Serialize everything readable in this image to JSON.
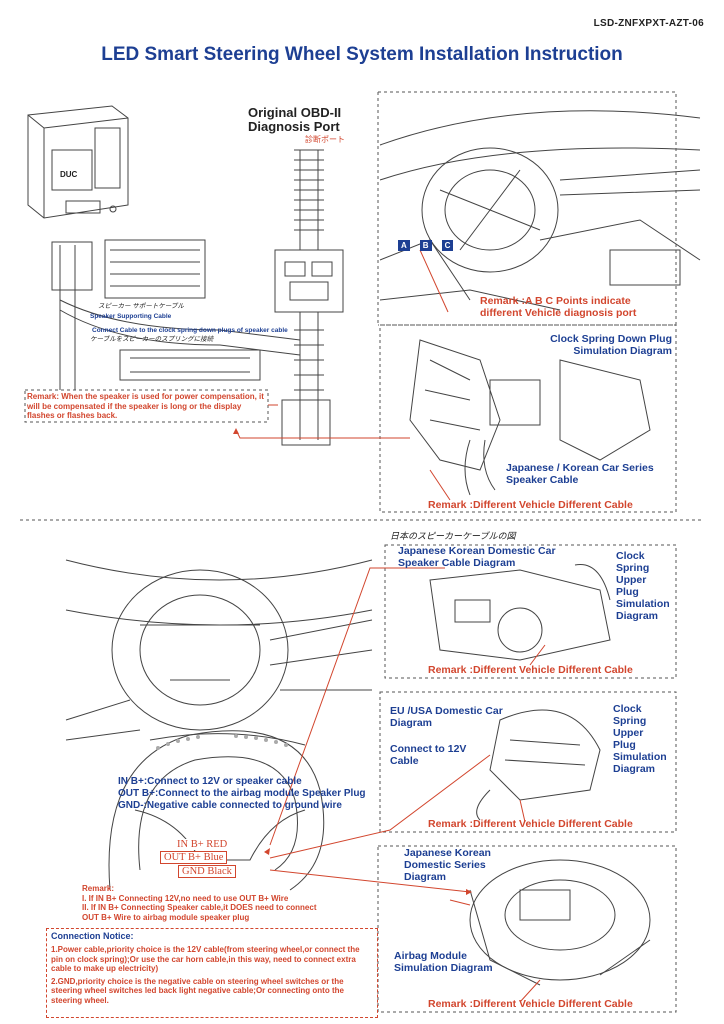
{
  "doc_id": "LSD-ZNFXPXT-AZT-06",
  "title": "LED Smart Steering Wheel System Installation Instruction",
  "top": {
    "obd_label_line1": "Original OBD-II",
    "obd_label_line2": "Diagnosis Port",
    "obd_handwritten": "診断ポート",
    "module_brand": "DUC",
    "speaker_cable_handwritten": "スピーカー サポートケーブル",
    "speaker_cable_label": "Speaker Supporting Cable",
    "connect_cable_label": "Connect Cable to the clock spring down plugs of speaker cable",
    "connect_cable_handwritten": "ケーブルをスピーカーのスプリングに接続",
    "power_note": "Remark: When the speaker is used for power compensation, it will be compensated if the speaker is long or the display flashes or flashes back.",
    "points": [
      "A",
      "B",
      "C"
    ],
    "remark_points": "Remark :A B C Points indicate different Vehicle diagnosis port",
    "clock_spring_title_line1": "Clock Spring Down Plug",
    "clock_spring_title_line2": "Simulation Diagram",
    "jp_series_line1": "Japanese / Korean Car Series",
    "jp_series_line2": "Speaker Cable",
    "remark_vehicle_1": "Remark :Different Vehicle Different Cable"
  },
  "bottom": {
    "handwritten_jp": "日本のスピーカーケーブルの図",
    "jp_domestic_line1": "Japanese Korean Domestic Car",
    "jp_domestic_line2": "Speaker Cable Diagram",
    "clock_spring_upper_1": [
      "Clock",
      "Spring",
      "Upper",
      "Plug",
      "Simulation",
      "Diagram"
    ],
    "remark_vehicle_2": "Remark :Different Vehicle Different Cable",
    "eu_usa_line1": "EU /USA Domestic Car",
    "eu_usa_line2": "Diagram",
    "connect_12v_line1": "Connect to 12V",
    "connect_12v_line2": "Cable",
    "clock_spring_upper_2": [
      "Clock",
      "Spring",
      "Upper",
      "Plug",
      "Simulation",
      "Diagram"
    ],
    "remark_vehicle_3": "Remark :Different Vehicle Different Cable",
    "in_b_desc": "IN B+:Connect to 12V or speaker cable",
    "out_b_desc": "OUT B+:Connect to the airbag module Speaker Plug",
    "gnd_desc": "GND-:Negative cable connected to ground wire",
    "wire_in": "IN B+ RED",
    "wire_out": "OUT B+ Blue",
    "wire_gnd": "GND Black",
    "remark_head": "Remark:",
    "remark_1": "I.  If IN B+ Connecting 12V,no need to use OUT B+ Wire",
    "remark_2a": "II. If IN B+ Connecting Speaker cable,it DOES need to connect",
    "remark_2b": "OUT B+ Wire to airbag module speaker plug",
    "jk_series_line1": "Japanese Korean",
    "jk_series_line2": "Domestic Series",
    "jk_series_line3": "Diagram",
    "airbag_line1": "Airbag Module",
    "airbag_line2": "Simulation Diagram",
    "remark_vehicle_4": "Remark :Different Vehicle Different Cable"
  },
  "connection_notice": {
    "title": "Connection Notice:",
    "item1": "1.Power cable,priority choice is the 12V cable(from steering wheel,or connect the pin on clock spring);Or use the car horn cable,in this way, need to connect extra cable to make up electricity)",
    "item2": "2.GND,priority choice is the negative cable on steering wheel switches or the steering wheel switches led back light negative cable;Or connecting onto the steering wheel."
  },
  "colors": {
    "blue": "#1d3f93",
    "red": "#d2462e",
    "line": "#444444"
  }
}
